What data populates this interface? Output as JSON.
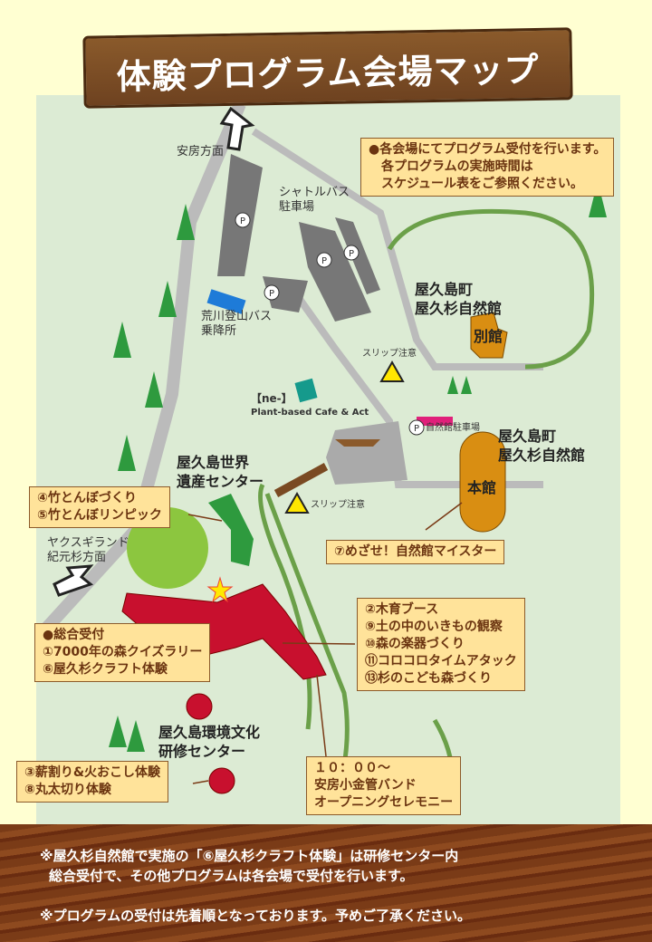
{
  "title": "体験プログラム会場マップ",
  "notice": [
    "●各会場にてプログラム受付を行います。",
    "各プログラムの実施時間は",
    "スケジュール表をご参照ください。"
  ],
  "places": {
    "awa": "安房方面",
    "shuttle": [
      "シャトルバス",
      "駐車場"
    ],
    "arakawa": [
      "荒川登山バス",
      "乗降所"
    ],
    "cafe": [
      "【ne-】",
      "Plant-based Cafe & Act"
    ],
    "slip1": "スリップ注意",
    "slip2": "スリップ注意",
    "annex_name": [
      "屋久島町",
      "屋久杉自然館"
    ],
    "annex": "別館",
    "parking_nature": "自然館駐車場",
    "main_name": [
      "屋久島町",
      "屋久杉自然館"
    ],
    "main": "本館",
    "heritage": [
      "屋久島世界",
      "遺産センター"
    ],
    "yakusugi_land": [
      "ヤクスギランド",
      "紀元杉方面"
    ],
    "training": [
      "屋久島環境文化",
      "研修センター"
    ],
    "parking": "P"
  },
  "boxes": {
    "bamboo": [
      "④竹とんぼづくり",
      "⑤竹とんぼリンピック"
    ],
    "meiza": [
      "⑦めざせ！自然館マイスター"
    ],
    "reception": [
      "●総合受付",
      "①7000年の森クイズラリー",
      "⑥屋久杉クラフト体験"
    ],
    "booth": [
      "②木育ブース",
      "⑨土の中のいきもの観察",
      "⑩森の楽器づくり",
      "⑪コロコロタイムアタック",
      "⑬杉のこども森づくり"
    ],
    "firewood": [
      "③薪割り&火おこし体験",
      "⑧丸太切り体験"
    ],
    "ceremony": [
      "１０：００～",
      "安房小金管バンド",
      "オープニングセレモニー"
    ]
  },
  "footer": [
    "※屋久杉自然館で実施の「⑥屋久杉クラフト体験」は研修センター内",
    "総合受付で、その他プログラムは各会場で受付を行います。",
    "※プログラムの受付は先着順となっております。予めご了承ください。"
  ],
  "colors": {
    "map_bg": "#DCEBD4",
    "box_bg": "#FFE39A",
    "venue_red": "#C8102E",
    "annex": "#D98E12",
    "wood": "#7A3B17"
  }
}
